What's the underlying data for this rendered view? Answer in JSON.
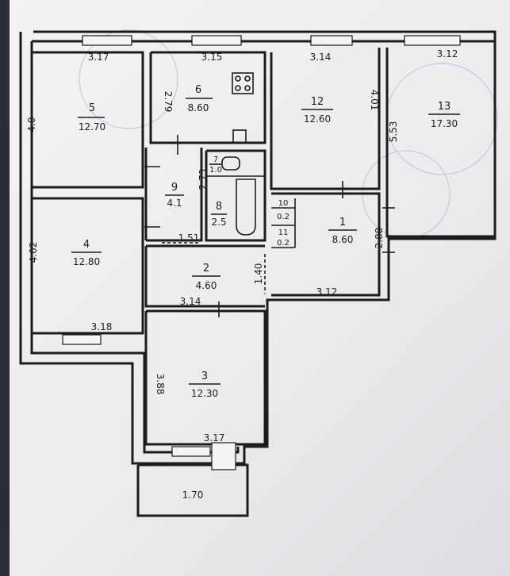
{
  "rooms": [
    {
      "id": "5",
      "num": "5",
      "area": "12.70",
      "w": "3.17",
      "h": "4.0"
    },
    {
      "id": "6",
      "num": "6",
      "area": "8.60",
      "w": "3.15",
      "h": "2.79"
    },
    {
      "id": "12",
      "num": "12",
      "area": "12.60",
      "w": "3.14",
      "h": "4.01"
    },
    {
      "id": "13",
      "num": "13",
      "area": "17.30",
      "w": "3.12",
      "h": "5.53"
    },
    {
      "id": "7",
      "num": "7",
      "area": "1.0"
    },
    {
      "id": "9",
      "num": "9",
      "area": "4.1",
      "h": "2.73",
      "w": "1.51"
    },
    {
      "id": "8",
      "num": "8",
      "area": "2.5"
    },
    {
      "id": "10",
      "num": "10",
      "area": "0.2"
    },
    {
      "id": "11",
      "num": "11",
      "area": "0.2"
    },
    {
      "id": "1",
      "num": "1",
      "area": "8.60",
      "w": "3.12",
      "h": "2.88"
    },
    {
      "id": "4",
      "num": "4",
      "area": "12.80",
      "w": "3.18",
      "h": "4.02"
    },
    {
      "id": "2",
      "num": "2",
      "area": "4.60",
      "w": "3.14",
      "h": "1.40"
    },
    {
      "id": "3",
      "num": "3",
      "area": "12.30",
      "w": "3.17",
      "h": "3.88"
    },
    {
      "id": "balcony",
      "area": "1.70"
    }
  ],
  "colors": {
    "ink": "#1c1c1c",
    "paper": "#efeff0",
    "background": "#2a2d33"
  }
}
